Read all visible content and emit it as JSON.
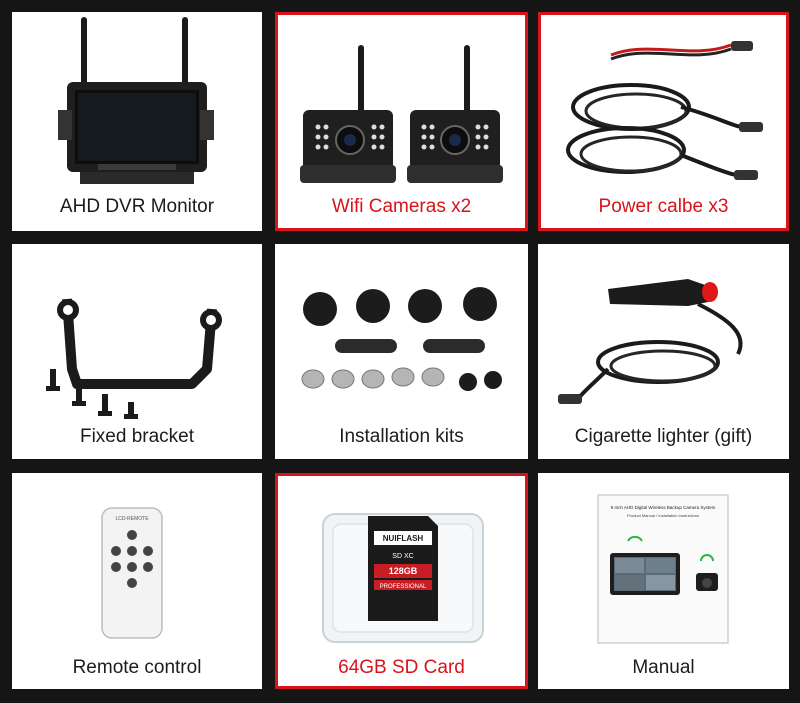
{
  "items": [
    {
      "label": "AHD DVR Monitor",
      "highlighted": false,
      "image": "monitor-image"
    },
    {
      "label": "Wifi Cameras x2",
      "highlighted": true,
      "image": "wifi-camera-image"
    },
    {
      "label": "Power calbe x3",
      "highlighted": true,
      "image": "power-cable-image"
    },
    {
      "label": "Fixed bracket",
      "highlighted": false,
      "image": "bracket-image"
    },
    {
      "label": "Installation  kits",
      "highlighted": false,
      "image": "installation-kit-image"
    },
    {
      "label": "Cigarette lighter (gift)",
      "highlighted": false,
      "image": "cigarette-lighter-image"
    },
    {
      "label": "Remote  control",
      "highlighted": false,
      "image": "remote-control-image"
    },
    {
      "label": "64GB SD Card",
      "highlighted": true,
      "image": "sd-card-image"
    },
    {
      "label": "Manual",
      "highlighted": false,
      "image": "manual-image"
    }
  ],
  "sd_card": {
    "brand": "NUIFLASH",
    "type": "SD XC",
    "capacity": "128GB",
    "grade": "PROFESSIONAL"
  },
  "remote": {
    "brand_text": "LCD-REMOTE"
  },
  "manual": {
    "title": "9 Inch AHD Digital Wireless Backup Camera System",
    "subtitle": "Product Manual / Installation Instructions"
  },
  "colors": {
    "background": "#151515",
    "card": "#ffffff",
    "highlight": "#d8131b"
  }
}
